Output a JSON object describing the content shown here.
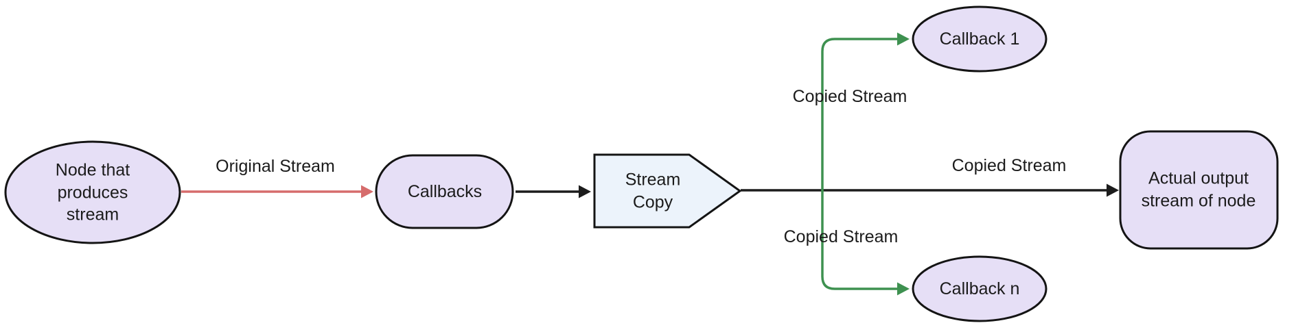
{
  "colors": {
    "background": "#ffffff",
    "node_fill": "#E6DFF6",
    "node_stroke": "#141414",
    "stream_copy_fill": "#ECF3FB",
    "edge_black": "#1c1c1c",
    "edge_red": "#D66C6C",
    "edge_green": "#3E9150",
    "text": "#1b1b1b"
  },
  "nodes": {
    "producer": {
      "label": "Node that produces stream",
      "shape": "ellipse"
    },
    "callbacks": {
      "label": "Callbacks",
      "shape": "stadium"
    },
    "stream_copy": {
      "label": "Stream Copy",
      "shape": "pointed-box"
    },
    "callback_1": {
      "label": "Callback 1",
      "shape": "ellipse"
    },
    "callback_n": {
      "label": "Callback n",
      "shape": "ellipse"
    },
    "actual_output": {
      "label": "Actual output stream of node",
      "shape": "rounded-rect"
    }
  },
  "edges": {
    "original_stream": {
      "label": "Original Stream",
      "from": "producer",
      "to": "callbacks",
      "color": "#D66C6C"
    },
    "callbacks_to_copy": {
      "from": "callbacks",
      "to": "stream_copy",
      "color": "#1c1c1c"
    },
    "copied_stream_top": {
      "label": "Copied Stream",
      "from": "stream_copy",
      "to": "callback_1",
      "color": "#3E9150"
    },
    "copied_stream_bottom": {
      "label": "Copied Stream",
      "from": "stream_copy",
      "to": "callback_n",
      "color": "#3E9150"
    },
    "copied_stream_main": {
      "label": "Copied Stream",
      "from": "stream_copy",
      "to": "actual_output",
      "color": "#1c1c1c"
    }
  }
}
